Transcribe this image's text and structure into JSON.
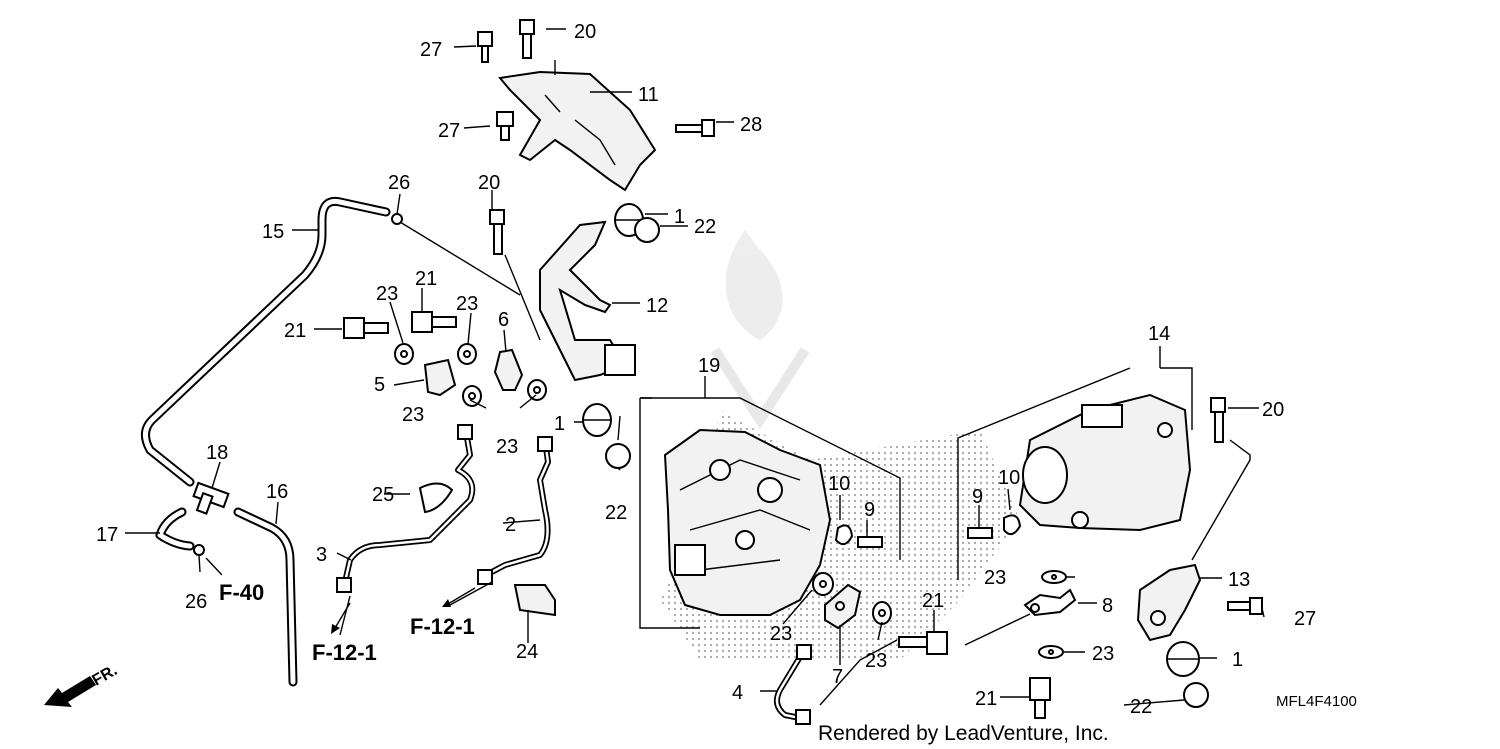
{
  "diagram_code": "MFL4F4100",
  "credit": "Rendered by LeadVenture, Inc.",
  "direction_label": "FR.",
  "refs": {
    "f40": "F-40",
    "f121a": "F-12-1",
    "f121b": "F-12-1"
  },
  "callouts": {
    "c1a": "1",
    "c1b": "1",
    "c1c": "1",
    "c2": "2",
    "c3": "3",
    "c4": "4",
    "c5": "5",
    "c6": "6",
    "c7": "7",
    "c8": "8",
    "c9a": "9",
    "c9b": "9",
    "c10a": "10",
    "c10b": "10",
    "c11": "11",
    "c12": "12",
    "c13": "13",
    "c14": "14",
    "c15": "15",
    "c16": "16",
    "c17": "17",
    "c18": "18",
    "c19": "19",
    "c20a": "20",
    "c20b": "20",
    "c20c": "20",
    "c21a": "21",
    "c21b": "21",
    "c21c": "21",
    "c21d": "21",
    "c22a": "22",
    "c22b": "22",
    "c22c": "22",
    "c23a": "23",
    "c23b": "23",
    "c23c": "23",
    "c23d": "23",
    "c23e": "23",
    "c23f": "23",
    "c23g": "23",
    "c23h": "23",
    "c24": "24",
    "c25": "25",
    "c26a": "26",
    "c26b": "26",
    "c27a": "27",
    "c27b": "27",
    "c27c": "27",
    "c28": "28"
  }
}
